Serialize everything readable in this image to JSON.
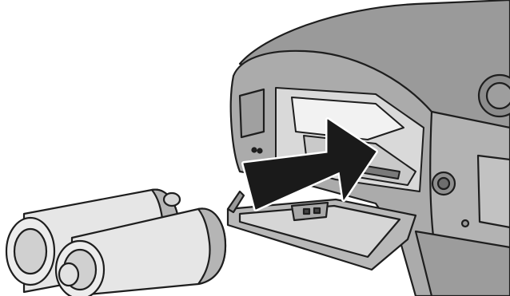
{
  "illustration": {
    "subject": "camera-battery-insertion",
    "arrow_direction": "right",
    "battery_count": 2,
    "colors": {
      "background": "#ffffff",
      "outline": "#1e1e1e",
      "camera_body": "#ababab",
      "camera_shade": "#8a8a8a",
      "compartment": "#d9d9d9",
      "battery_fill": "#e6e6e6",
      "battery_shade": "#b5b5b5",
      "arrow": "#1a1a1a"
    }
  }
}
